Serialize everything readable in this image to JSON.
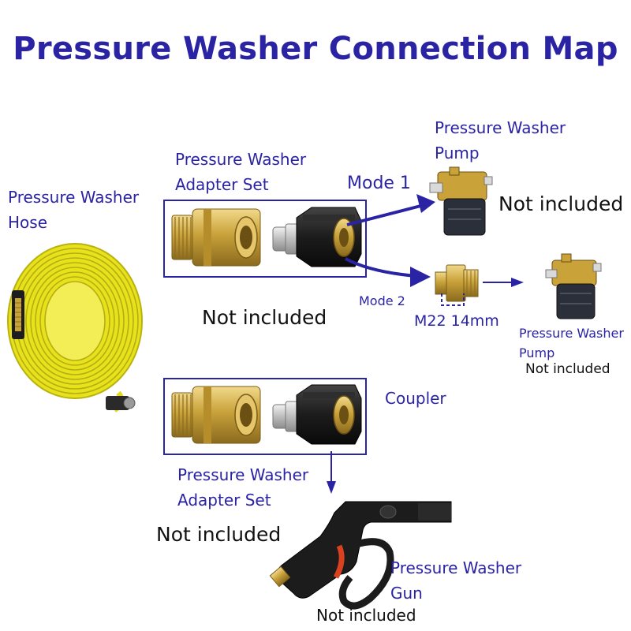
{
  "title": "Pressure Washer Connection Map",
  "colors": {
    "accent": "#2a23a3",
    "text": "#111111",
    "hose": "#e8e21d",
    "brass": "#c9a23a",
    "fitting_black": "#1c1c1c"
  },
  "labels": {
    "hose_line1": "Pressure Washer",
    "hose_line2": "Hose",
    "adapter_top_line1": "Pressure Washer",
    "adapter_top_line2": "Adapter Set",
    "mode1": "Mode 1",
    "mode2": "Mode 2",
    "pump_top_line1": "Pressure Washer",
    "pump_top_line2": "Pump",
    "pump_top_not_included": "Not included",
    "m22": "M22 14mm",
    "pump_bottom_line1": "Pressure Washer",
    "pump_bottom_line2": "Pump",
    "pump_bottom_not_included": "Not included",
    "adapter_top_not_included": "Not included",
    "coupler": "Coupler",
    "adapter_bottom_line1": "Pressure Washer",
    "adapter_bottom_line2": "Adapter Set",
    "gun_not_included_left": "Not included",
    "gun_line1": "Pressure Washer",
    "gun_line2": "Gun",
    "gun_not_included_bottom": "Not included"
  },
  "icons": [
    "coiled-hose-icon",
    "brass-quick-connector-icon",
    "quick-plug-icon",
    "black-m22-fitting-icon",
    "pump-icon",
    "brass-adapter-icon",
    "spray-gun-icon"
  ]
}
